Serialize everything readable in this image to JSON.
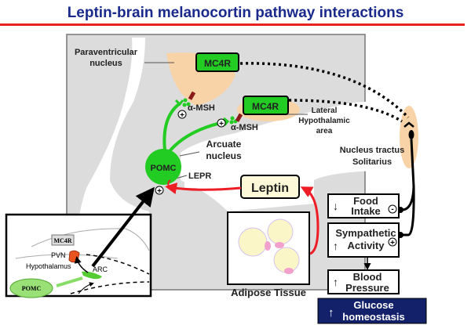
{
  "title": "Leptin-brain melanocortin pathway interactions",
  "colors": {
    "title": "#1a2a8c",
    "rule": "#e8231f",
    "panel": "#dcdcdc",
    "nucleus": "#f9d3a8",
    "green": "#22cc22",
    "receptor": "#8b1a1a",
    "red_arrow": "#ee1c25",
    "leptin_box": "#fdf8d8",
    "glucose_box": "#13216b"
  },
  "labels": {
    "paraventricular": [
      "Paraventricular",
      "nucleus"
    ],
    "mc4r_1": "MC4R",
    "mc4r_2": "MC4R",
    "msh_1": "α-MSH",
    "msh_2": "α-MSH",
    "lateral": [
      "Lateral",
      "Hypothalamic",
      "area"
    ],
    "arcuate": [
      "Arcuate",
      "nucleus"
    ],
    "pomc": "POMC",
    "lepr": "LEPR",
    "nts": [
      "Nucleus tractus",
      "Solitarius"
    ],
    "leptin": "Leptin",
    "adipose": "Adipose Tissue",
    "plus": "+",
    "minus": "-"
  },
  "effects": [
    {
      "arrow": "↓",
      "lines": [
        "Food",
        "Intake"
      ],
      "sign": "-"
    },
    {
      "arrow": "↑",
      "lines": [
        "Sympathetic",
        "Activity"
      ],
      "sign": "+"
    },
    {
      "arrow": "↑",
      "lines": [
        "Blood",
        "Pressure"
      ]
    },
    {
      "arrow": "↑",
      "lines": [
        "Glucose",
        "homeostasis"
      ]
    }
  ],
  "inset": {
    "mc4r": "MC4R",
    "pvn": "PVN",
    "hypothalamus": "Hypothalamus",
    "arc": "ARC",
    "pomc": "POMC"
  }
}
